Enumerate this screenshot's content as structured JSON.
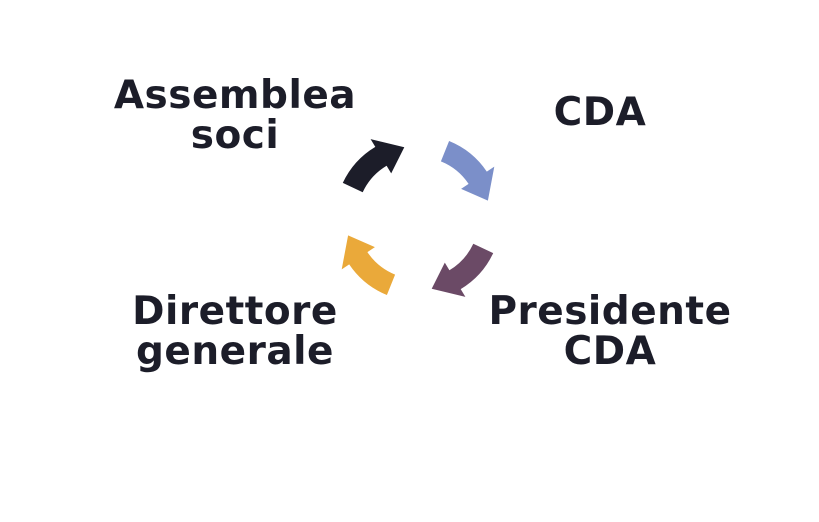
{
  "nodes": [
    {
      "id": "assemblea",
      "lines": [
        "Assemblea",
        "soci"
      ]
    },
    {
      "id": "cda",
      "lines": [
        "CDA"
      ]
    },
    {
      "id": "presidente",
      "lines": [
        "Presidente",
        "CDA"
      ]
    },
    {
      "id": "direttore",
      "lines": [
        "Direttore",
        "generale"
      ]
    }
  ],
  "arrows": [
    {
      "from": "assemblea",
      "color": "#1c1d29"
    },
    {
      "from": "cda",
      "color": "#7b8fc9"
    },
    {
      "from": "presidente",
      "color": "#6b4a66"
    },
    {
      "from": "direttore",
      "color": "#eaa93a"
    }
  ]
}
